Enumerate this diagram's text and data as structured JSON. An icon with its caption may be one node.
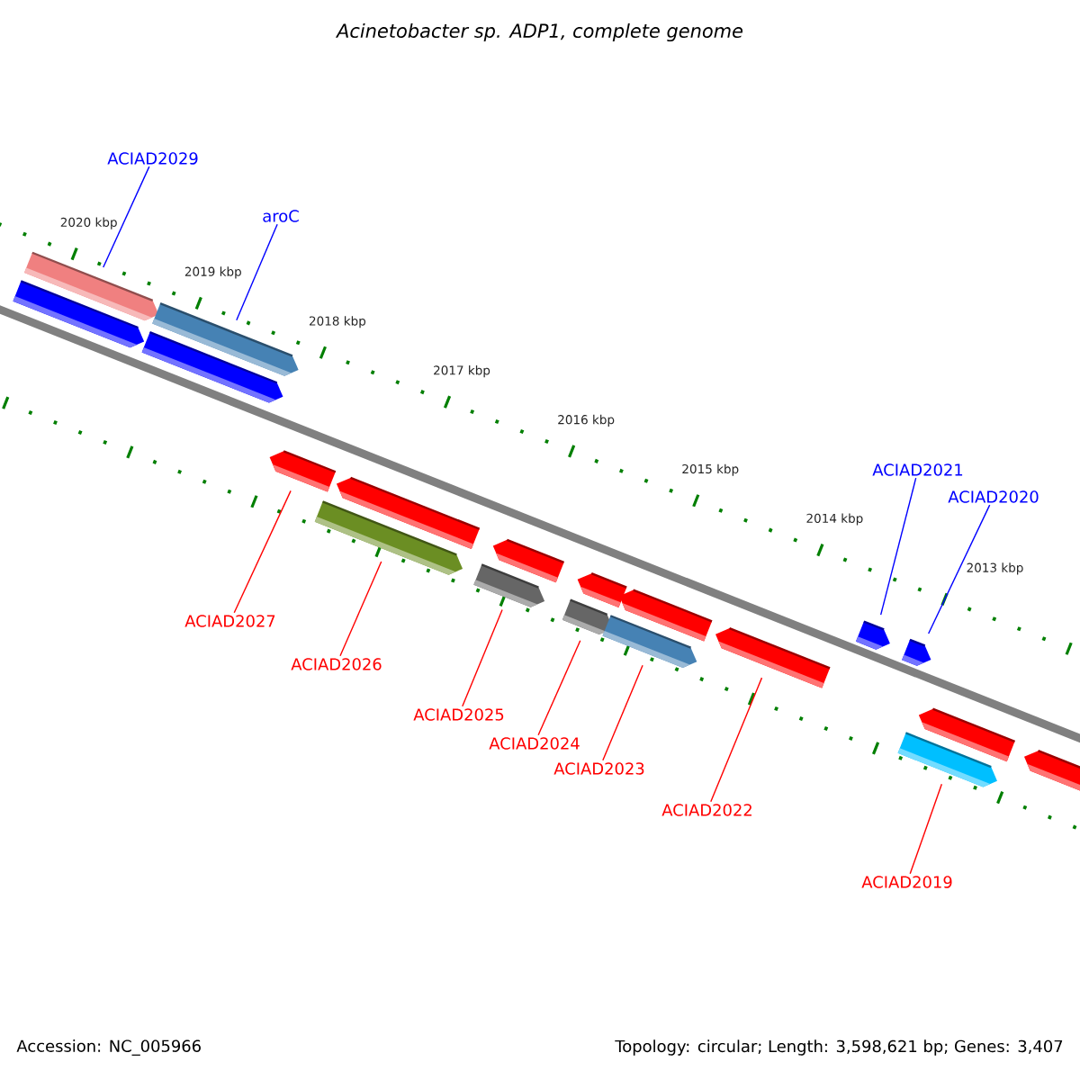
{
  "diagram": {
    "title": "Acinetobacter sp. ADP1, complete genome",
    "nodes": [
      {
        "text": [
          "ACIAD2029"
        ]
      },
      {
        "text": [
          "aroC"
        ]
      },
      {
        "text": [
          "ACIAD2021"
        ]
      },
      {
        "text": [
          "ACIAD2020"
        ]
      },
      {
        "text": [
          "ACIAD2027"
        ]
      },
      {
        "text": [
          "ACIAD2026"
        ]
      },
      {
        "text": [
          "ACIAD2025"
        ]
      },
      {
        "text": [
          "ACIAD2024"
        ]
      },
      {
        "text": [
          "ACIAD2023"
        ]
      },
      {
        "text": [
          "ACIAD2022"
        ]
      },
      {
        "text": [
          "ACIAD2019"
        ]
      },
      {
        "text": [],
        "shape": "pentagon"
      },
      {
        "text": [],
        "shape": "pentagon"
      },
      {
        "text": [],
        "shape": "pentagon"
      },
      {
        "text": [],
        "shape": "pentagon"
      },
      {
        "text": [],
        "shape": "pentagon"
      },
      {
        "text": [],
        "shape": "pentagon"
      },
      {
        "text": [],
        "shape": "pentagon"
      },
      {
        "text": [],
        "shape": "pentagon"
      },
      {
        "text": [],
        "shape": "pentagon"
      },
      {
        "text": [],
        "shape": "pentagon"
      },
      {
        "text": [],
        "shape": "pentagon"
      },
      {
        "text": [],
        "shape": "pentagon"
      },
      {
        "text": [],
        "shape": "pentagon"
      },
      {
        "text": [],
        "shape": "pentagon"
      },
      {
        "text": [],
        "shape": "pentagon"
      },
      {
        "text": [],
        "shape": "pentagon"
      },
      {
        "text": [],
        "shape": "pentagon"
      },
      {
        "text": [],
        "shape": "pentagon"
      },
      {
        "text": [],
        "shape": "pentagon"
      }
    ],
    "edges": [
      {
        "from": 0,
        "to": 11,
        "arrow": "none",
        "color": "#0000ff"
      },
      {
        "from": 1,
        "to": 13,
        "arrow": "none",
        "color": "#0000ff"
      },
      {
        "from": 2,
        "to": 25,
        "arrow": "none",
        "color": "#0000ff"
      },
      {
        "from": 3,
        "to": 26,
        "arrow": "none",
        "color": "#0000ff"
      },
      {
        "from": 4,
        "to": 15,
        "arrow": "none"
      },
      {
        "from": 5,
        "to": 17,
        "arrow": "none"
      },
      {
        "from": 6,
        "to": 19,
        "arrow": "none"
      },
      {
        "from": 7,
        "to": 21,
        "arrow": "none"
      },
      {
        "from": 8,
        "to": 23,
        "arrow": "none"
      },
      {
        "from": 9,
        "to": 24,
        "arrow": "none"
      },
      {
        "from": 10,
        "to": 28,
        "arrow": "none"
      }
    ],
    "labels": [
      "2020 kbp",
      "2019 kbp",
      "2018 kbp",
      "2017 kbp",
      "2016 kbp",
      "2015 kbp",
      "2014 kbp",
      "2013 kbp",
      "Accession: NC_005966",
      "Topology: circular; Length: 3,598,621 bp; Genes: 3,407"
    ]
  }
}
